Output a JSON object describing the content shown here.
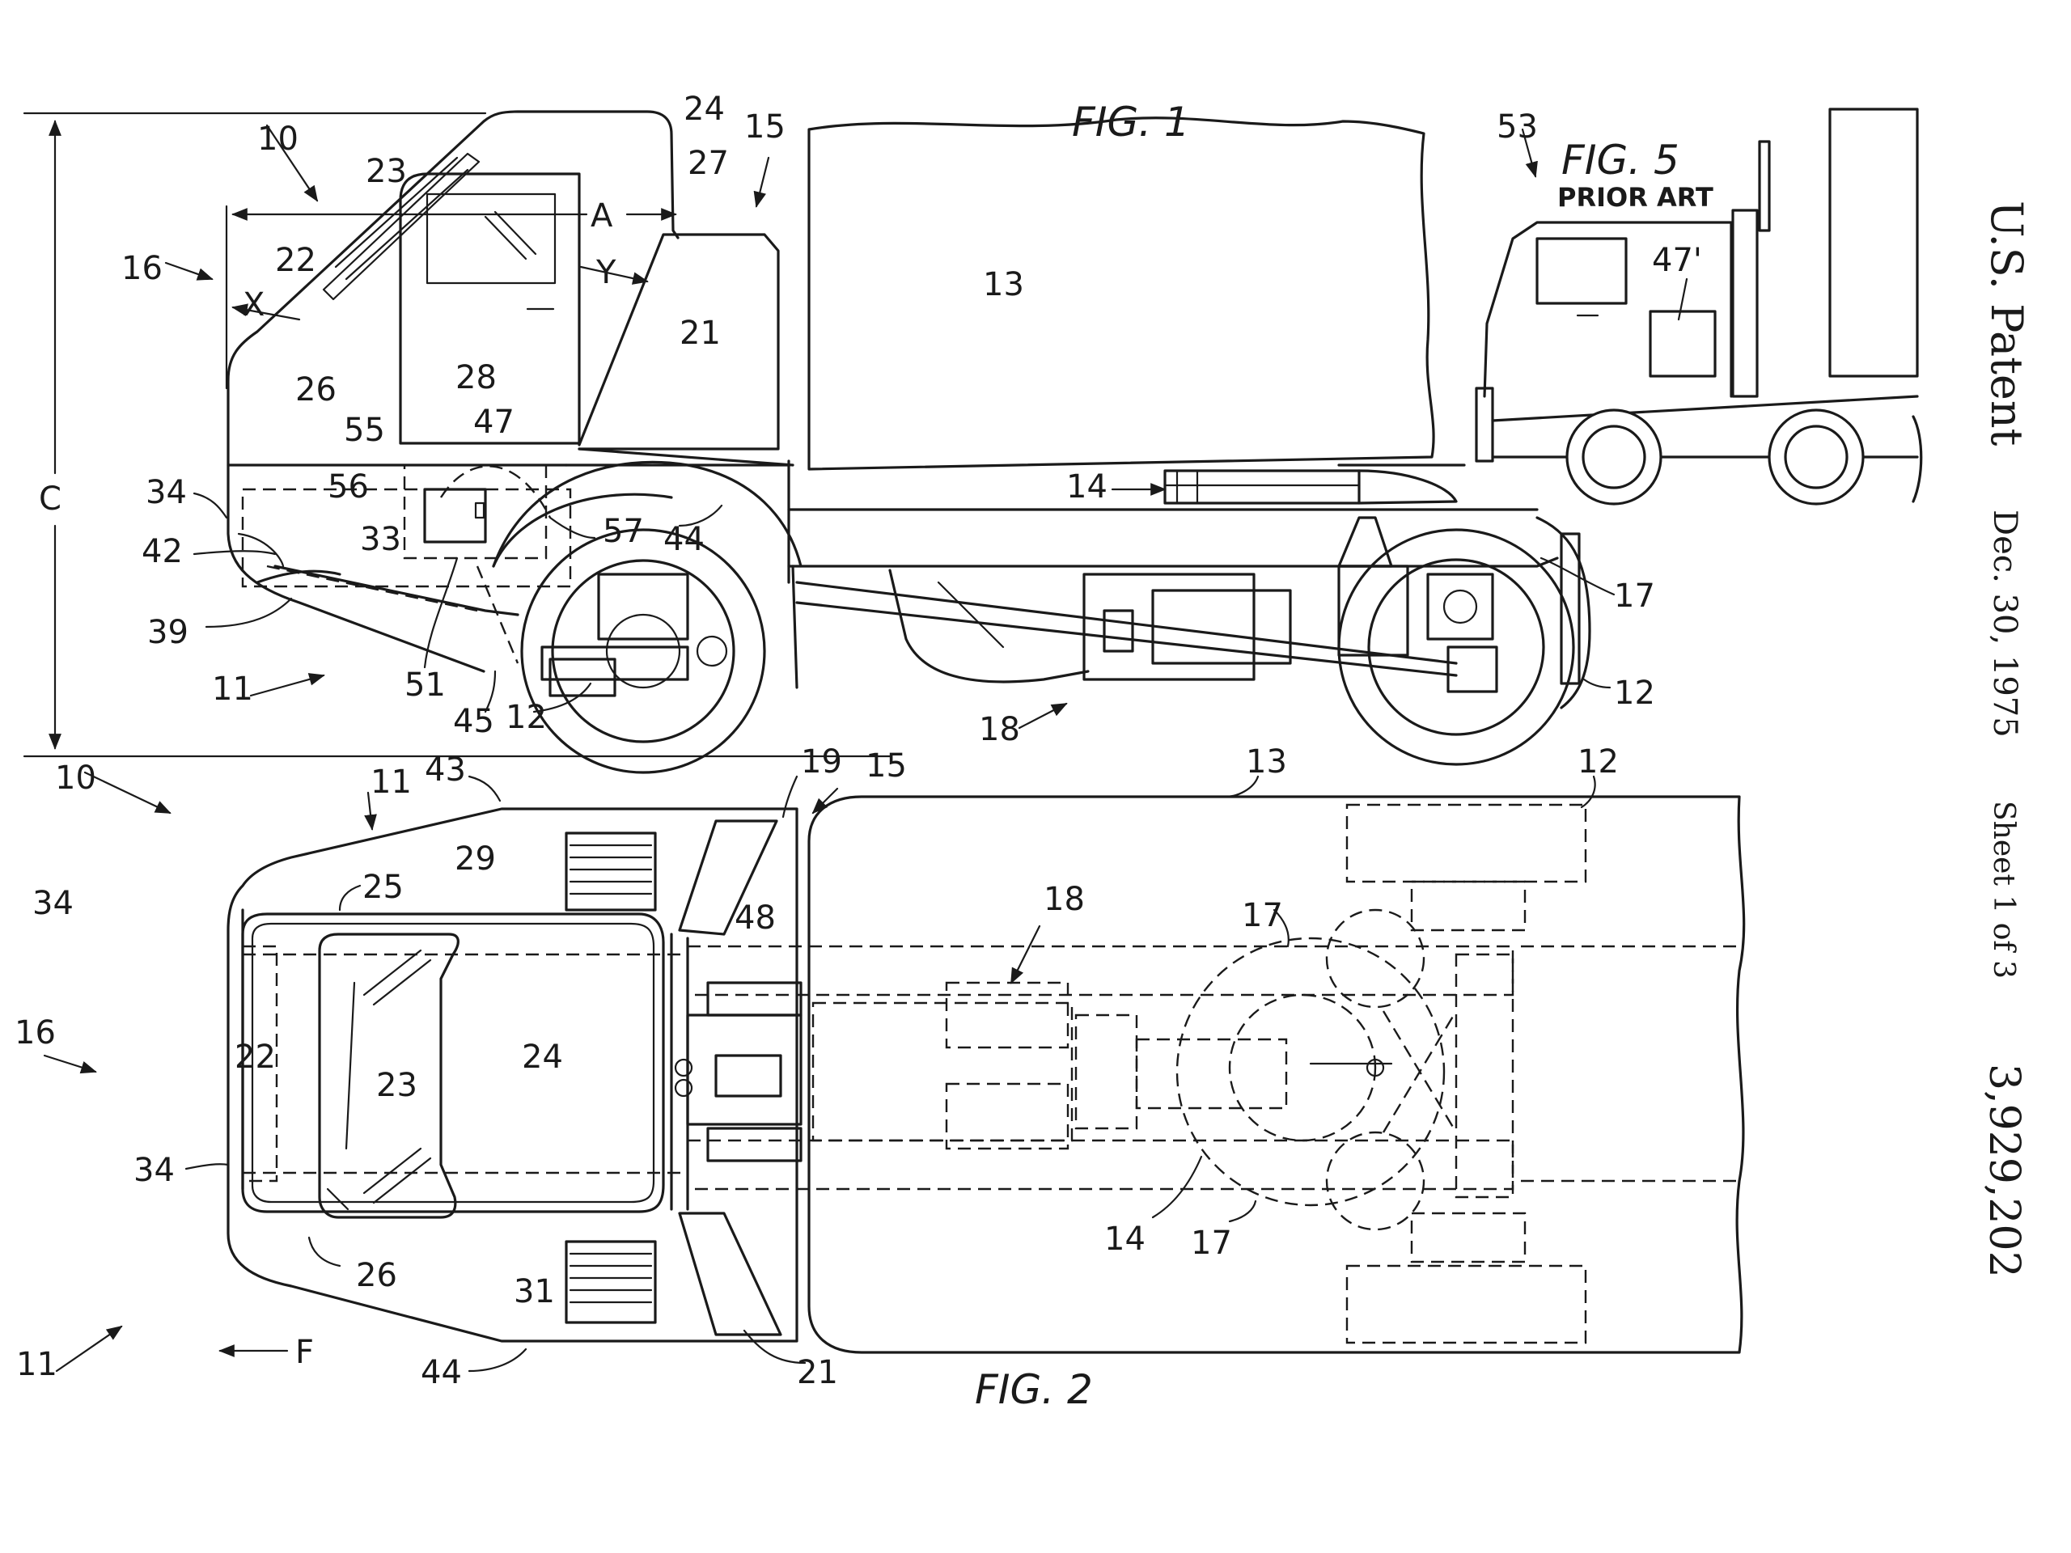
{
  "header": {
    "patent_office": "U.S. Patent",
    "date": "Dec. 30, 1975",
    "sheet": "Sheet 1 of 3",
    "patent_number": "3,929,202"
  },
  "figures": {
    "fig1": "FIG. 1",
    "fig2": "FIG. 2",
    "fig5": "FIG. 5",
    "prior_art": "PRIOR ART"
  },
  "fig1_labels": {
    "n10": "10",
    "n24": "24",
    "n15": "15",
    "n27": "27",
    "n23": "23",
    "nA": "A",
    "n16": "16",
    "n22": "22",
    "nX": "X",
    "nY": "Y",
    "n21": "21",
    "n13": "13",
    "n26": "26",
    "n28": "28",
    "n55": "55",
    "n47": "47",
    "nC": "C",
    "n34": "34",
    "n56": "56",
    "n33": "33",
    "n57": "57",
    "n44": "44",
    "n14": "14",
    "n42": "42",
    "n17": "17",
    "n39": "39",
    "n11": "11",
    "n51": "51",
    "n45": "45",
    "n12a": "12",
    "n18": "18",
    "n12b": "12"
  },
  "fig2_labels": {
    "n10": "10",
    "n11a": "11",
    "n43": "43",
    "n19": "19",
    "n15": "15",
    "n13": "13",
    "n12": "12",
    "n29": "29",
    "n25": "25",
    "n48": "48",
    "n34a": "34",
    "n18": "18",
    "n17a": "17",
    "n16": "16",
    "n22": "22",
    "n24": "24",
    "n23": "23",
    "n34b": "34",
    "n14": "14",
    "n17b": "17",
    "n26": "26",
    "n31": "31",
    "n11b": "11",
    "nF": "F",
    "n44": "44",
    "n21": "21"
  },
  "fig5_labels": {
    "n53": "53",
    "n47p": "47'"
  },
  "icons": {
    "arrow": "arrow-icon"
  }
}
